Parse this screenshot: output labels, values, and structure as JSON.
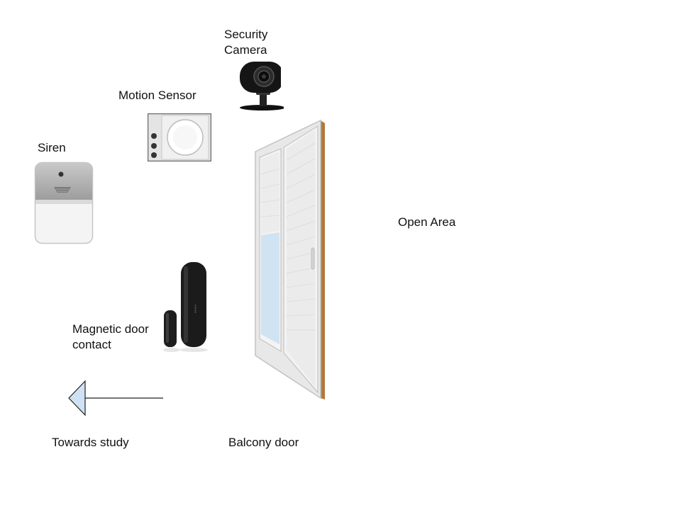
{
  "labels": {
    "security_camera": "Security\nCamera",
    "motion_sensor": "Motion Sensor",
    "siren": "Siren",
    "open_area": "Open Area",
    "magnetic_door_contact": "Magnetic door\ncontact",
    "towards_study": "Towards study",
    "balcony_door": "Balcony door"
  },
  "icons": {
    "camera": "security-camera-icon",
    "motion": "motion-sensor-icon",
    "siren": "siren-icon",
    "contact": "magnetic-contact-icon",
    "door": "sliding-door-icon",
    "arrow": "left-arrow-icon"
  },
  "colors": {
    "text": "#111111",
    "arrow_fill": "#cfe2f3",
    "door_frame": "#b07a3c",
    "door_glass": "#cfe3f3"
  }
}
